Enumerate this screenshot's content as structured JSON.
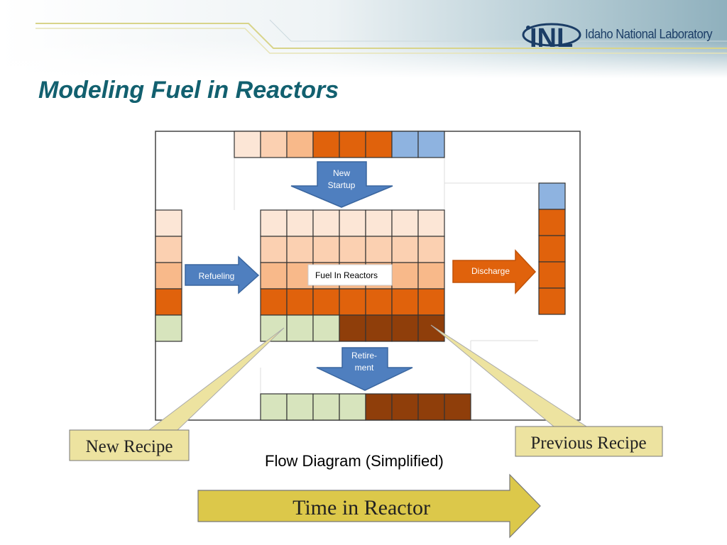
{
  "title": "Modeling Fuel in Reactors",
  "logo": {
    "mark": "INL",
    "text": "Idaho National Laboratory"
  },
  "colors": {
    "title": "#12606f",
    "fresh1": "#fce6d6",
    "fresh2": "#fbd0b1",
    "fresh3": "#f8b98a",
    "burned": "#e0620c",
    "spent": "#8f3e0a",
    "startup": "#8eb3e0",
    "newrecipe": "#d7e4bd",
    "arrow_blue": "#4f7fbf",
    "callout": "#ede3a0",
    "time_arrow": "#dcc84a"
  },
  "diagram": {
    "top_row": [
      "fresh1",
      "fresh2",
      "fresh3",
      "burned",
      "burned",
      "burned",
      "startup",
      "startup"
    ],
    "left_column": [
      "fresh1",
      "fresh2",
      "fresh3",
      "burned",
      "newrecipe"
    ],
    "core_rows": [
      [
        "fresh1",
        "fresh1",
        "fresh1",
        "fresh1",
        "fresh1",
        "fresh1",
        "fresh1"
      ],
      [
        "fresh2",
        "fresh2",
        "fresh2",
        "fresh2",
        "fresh2",
        "fresh2",
        "fresh2"
      ],
      [
        "fresh3",
        "fresh3",
        "fresh3",
        "fresh3",
        "fresh3",
        "fresh3",
        "fresh3"
      ],
      [
        "burned",
        "burned",
        "burned",
        "burned",
        "burned",
        "burned",
        "burned"
      ],
      [
        "newrecipe",
        "newrecipe",
        "newrecipe",
        "spent",
        "spent",
        "spent",
        "spent"
      ]
    ],
    "right_column": [
      "startup",
      "burned",
      "burned",
      "burned",
      "burned"
    ],
    "bottom_row": [
      "newrecipe",
      "newrecipe",
      "newrecipe",
      "newrecipe",
      "spent",
      "spent",
      "spent",
      "spent"
    ],
    "labels": {
      "new_startup_line1": "New",
      "new_startup_line2": "Startup",
      "refueling": "Refueling",
      "fuel_in_reactors": "Fuel In Reactors",
      "discharge": "Discharge",
      "retirement_line1": "Retire-",
      "retirement_line2": "ment"
    }
  },
  "callouts": {
    "new_recipe": "New Recipe",
    "previous_recipe": "Previous Recipe"
  },
  "caption": "Flow Diagram (Simplified)",
  "time_arrow": "Time in Reactor"
}
